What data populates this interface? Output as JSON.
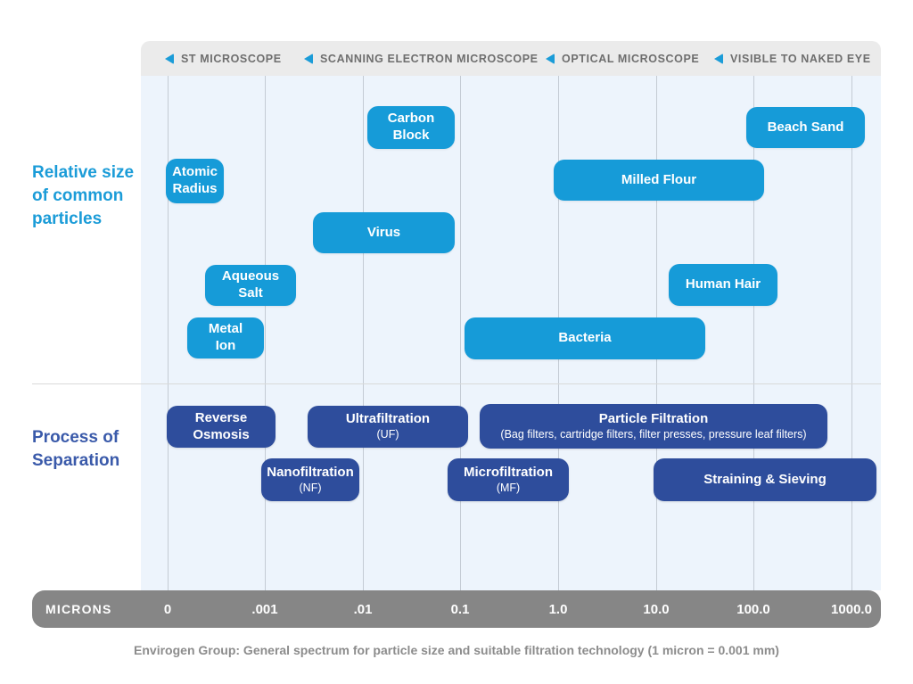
{
  "colors": {
    "bright_blue": "#169bd8",
    "dark_blue": "#2e4d9c",
    "relative_label_blue": "#1b9cd8",
    "process_label_blue": "#3a5aaa",
    "header_bar_bg": "#ebebeb",
    "header_text": "#6e6e6e",
    "axis_bar_bg": "#868686",
    "chart_area_bg": "#edf4fc",
    "gridline": "#c4cbd4",
    "caption_text": "#8c8c8c"
  },
  "header": {
    "items": [
      {
        "label": "ST MICROSCOPE"
      },
      {
        "label": "SCANNING ELECTRON MICROSCOPE"
      },
      {
        "label": "OPTICAL MICROSCOPE"
      },
      {
        "label": "VISIBLE TO NAKED EYE"
      }
    ]
  },
  "sections": {
    "relative_size_label": "Relative size of common particles",
    "separation_label": "Process of Separation"
  },
  "particles": [
    {
      "name": "carbon-block",
      "label": "Carbon\nBlock"
    },
    {
      "name": "beach-sand",
      "label": "Beach Sand"
    },
    {
      "name": "atomic-radius",
      "label": "Atomic\nRadius"
    },
    {
      "name": "milled-flour",
      "label": "Milled Flour"
    },
    {
      "name": "virus",
      "label": "Virus"
    },
    {
      "name": "aqueous-salt",
      "label": "Aqueous\nSalt"
    },
    {
      "name": "human-hair",
      "label": "Human Hair"
    },
    {
      "name": "metal-ion",
      "label": "Metal\nIon"
    },
    {
      "name": "bacteria",
      "label": "Bacteria"
    }
  ],
  "processes": [
    {
      "name": "reverse-osmosis",
      "label": "Reverse\nOsmosis",
      "sublabel": ""
    },
    {
      "name": "ultrafiltration",
      "label": "Ultrafiltration",
      "sublabel": "(UF)"
    },
    {
      "name": "particle-filtration",
      "label": "Particle Filtration",
      "sublabel": "(Bag filters, cartridge filters, filter presses, pressure leaf filters)"
    },
    {
      "name": "nanofiltration",
      "label": "Nanofiltration",
      "sublabel": "(NF)"
    },
    {
      "name": "microfiltration",
      "label": "Microfiltration",
      "sublabel": "(MF)"
    },
    {
      "name": "straining-sieving",
      "label": "Straining & Sieving",
      "sublabel": ""
    }
  ],
  "axis": {
    "title": "MICRONS",
    "ticks": [
      "0",
      ".001",
      ".01",
      "0.1",
      "1.0",
      "10.0",
      "100.0",
      "1000.0"
    ]
  },
  "caption": {
    "text": "Envirogen Group: General spectrum for particle size and suitable filtration technology (1 micron = 0.001 mm)"
  },
  "chart_data": {
    "type": "bar",
    "subtype": "horizontal log-scale range spectrum (Gantt-style)",
    "title": "Envirogen Group: General spectrum for particle size and suitable filtration technology (1 micron = 0.001 mm)",
    "xlabel": "MICRONS",
    "x_scale": "log",
    "x_ticks": [
      "0",
      ".001",
      ".01",
      "0.1",
      "1.0",
      "10.0",
      "100.0",
      "1000.0"
    ],
    "xlim_microns": [
      0.0001,
      1800
    ],
    "grid": true,
    "legend": false,
    "annotations_top_scale": [
      "ST MICROSCOPE",
      "SCANNING ELECTRON MICROSCOPE",
      "OPTICAL MICROSCOPE",
      "VISIBLE TO NAKED EYE"
    ],
    "series": [
      {
        "name": "Relative size of common particles",
        "items": [
          {
            "label": "Atomic Radius",
            "range_microns": [
              0.0001,
              0.0004
            ]
          },
          {
            "label": "Metal Ion",
            "range_microns": [
              0.0002,
              0.001
            ]
          },
          {
            "label": "Aqueous Salt",
            "range_microns": [
              0.0003,
              0.002
            ]
          },
          {
            "label": "Virus",
            "range_microns": [
              0.003,
              0.09
            ]
          },
          {
            "label": "Carbon Block",
            "range_microns": [
              0.01,
              0.09
            ]
          },
          {
            "label": "Bacteria",
            "range_microns": [
              0.1,
              30
            ]
          },
          {
            "label": "Milled Flour",
            "range_microns": [
              1,
              120
            ]
          },
          {
            "label": "Human Hair",
            "range_microns": [
              15,
              150
            ]
          },
          {
            "label": "Beach Sand",
            "range_microns": [
              100,
              1300
            ]
          }
        ]
      },
      {
        "name": "Process of Separation",
        "items": [
          {
            "label": "Reverse Osmosis",
            "range_microns": [
              0.0001,
              0.001
            ]
          },
          {
            "label": "Nanofiltration (NF)",
            "range_microns": [
              0.001,
              0.01
            ]
          },
          {
            "label": "Ultrafiltration (UF)",
            "range_microns": [
              0.003,
              0.1
            ]
          },
          {
            "label": "Microfiltration (MF)",
            "range_microns": [
              0.07,
              1.0
            ]
          },
          {
            "label": "Particle Filtration",
            "range_microns": [
              0.2,
              500
            ]
          },
          {
            "label": "Straining & Sieving",
            "range_microns": [
              10,
              1500
            ]
          }
        ]
      }
    ]
  }
}
